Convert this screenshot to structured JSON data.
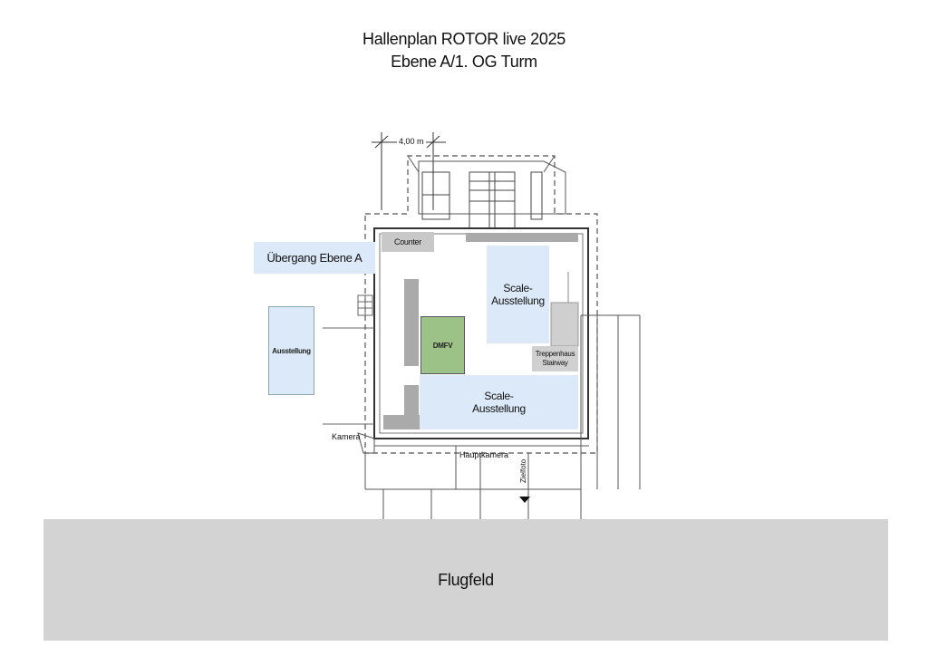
{
  "header": {
    "title_line1": "Hallenplan ROTOR live 2025",
    "title_line2": "Ebene A/1. OG Turm"
  },
  "plan": {
    "dimension_label": "4,00 m",
    "areas": {
      "counter": "Counter",
      "uebergang": "Übergang Ebene A",
      "ausstellung_left": "Ausstellung",
      "dmfv": "DMFV",
      "scale_top_line1": "Scale-",
      "scale_top_line2": "Ausstellung",
      "treppenhaus_line1": "Treppenhaus",
      "treppenhaus_line2": "Stairway",
      "scale_bottom_line1": "Scale-",
      "scale_bottom_line2": "Ausstellung",
      "flugfeld": "Flugfeld"
    },
    "annotations": {
      "kamera": "Kamera",
      "hauptkamera": "Hauptkamera",
      "zielfoto": "Zielfoto"
    },
    "colors": {
      "exhibition": "#dbe9f8",
      "dmfv": "#9dc287",
      "counter": "#c8c8c8",
      "stairway": "#d0d0d0",
      "flugfeld": "#d3d3d3",
      "walls": "#333333"
    }
  }
}
